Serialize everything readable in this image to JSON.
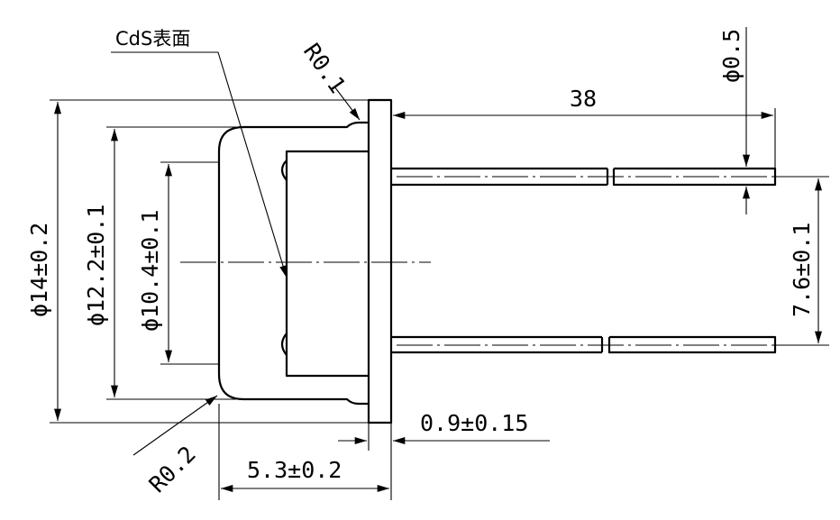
{
  "labels": {
    "cds_surface": "CdS表面",
    "r01": "R0.1",
    "r02": "R0.2",
    "len38": "38",
    "dia05": "ϕ0.5",
    "dia14": "ϕ14±0.2",
    "dia122": "ϕ12.2±0.1",
    "dia104": "ϕ10.4±0.1",
    "pitch76": "7.6±0.1",
    "flange09": "0.9±0.15",
    "height53": "5.3±0.2"
  },
  "colors": {
    "line": "#000000",
    "background": "#ffffff"
  }
}
